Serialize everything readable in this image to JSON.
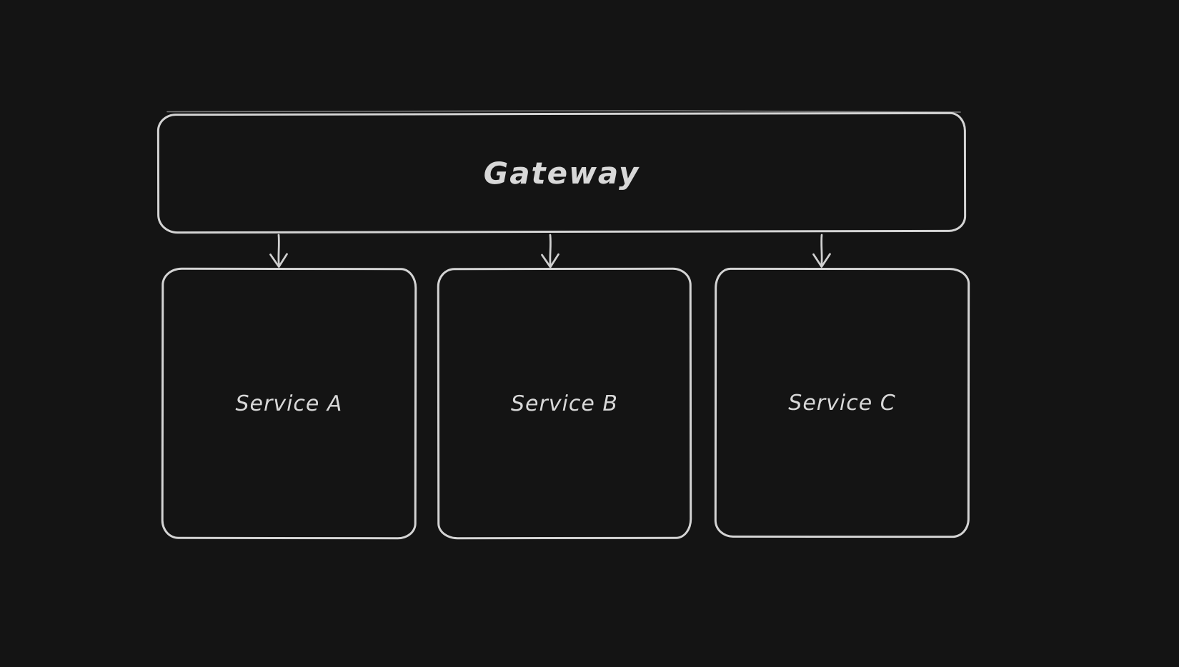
{
  "canvas": {
    "background_color": "#141414",
    "stroke_color": "#d4d4d4",
    "text_color": "#d8d8d8",
    "arrow_color": "#d0d0d0",
    "style": "hand-drawn"
  },
  "diagram": {
    "type": "flowchart",
    "nodes": [
      {
        "id": "gateway",
        "label": "Gateway",
        "shape": "rounded-rectangle"
      },
      {
        "id": "service-a",
        "label": "Service A",
        "shape": "rounded-rectangle"
      },
      {
        "id": "service-b",
        "label": "Service B",
        "shape": "rounded-rectangle"
      },
      {
        "id": "service-c",
        "label": "Service C",
        "shape": "rounded-rectangle"
      }
    ],
    "edges": [
      {
        "from": "Gateway",
        "to": "Service A",
        "style": "arrow",
        "direction": "down"
      },
      {
        "from": "Gateway",
        "to": "Service B",
        "style": "arrow",
        "direction": "down"
      },
      {
        "from": "Gateway",
        "to": "Service C",
        "style": "arrow",
        "direction": "down"
      }
    ]
  }
}
